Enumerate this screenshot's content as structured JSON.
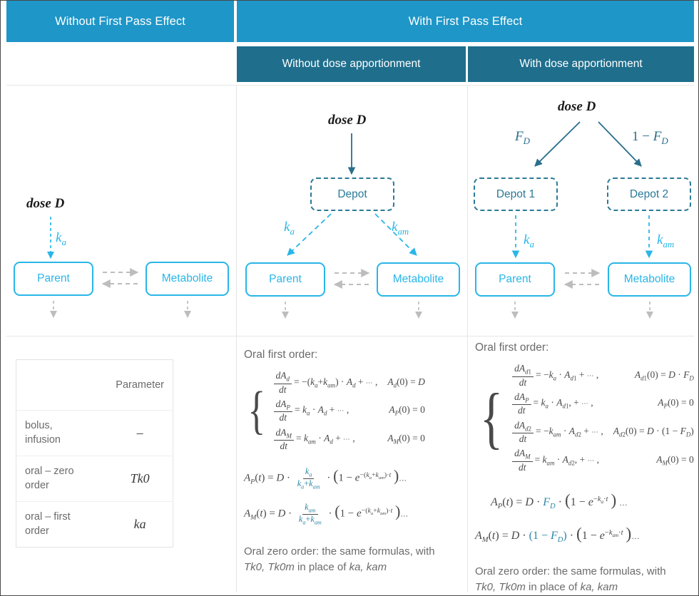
{
  "header": {
    "left": "Without First Pass Effect",
    "right": "With First Pass Effect",
    "sub_left": "Without dose apportionment",
    "sub_right": "With dose apportionment"
  },
  "colors": {
    "header_primary": "#1E96C8",
    "header_secondary": "#1E6E8C",
    "compartment_cyan": "#29B6E8",
    "depot_teal": "#2A7A96",
    "arrow_gray": "#BDBDBD",
    "text_gray": "#6B6B6B",
    "math_teal": "#2E86A8"
  },
  "diagram_left": {
    "dose_label": "dose D",
    "rate_label": "k_a",
    "boxes": [
      {
        "name": "parent",
        "label": "Parent",
        "style": "solid"
      },
      {
        "name": "metabolite",
        "label": "Metabolite",
        "style": "solid"
      }
    ]
  },
  "diagram_middle": {
    "dose_label": "dose D",
    "depot": {
      "label": "Depot",
      "style": "dashed"
    },
    "rate_left": "k_a",
    "rate_right": "k_am",
    "boxes": [
      {
        "name": "parent",
        "label": "Parent",
        "style": "solid"
      },
      {
        "name": "metabolite",
        "label": "Metabolite",
        "style": "solid"
      }
    ]
  },
  "diagram_right": {
    "dose_label": "dose D",
    "split_left": "F_D",
    "split_right": "1 − F_D",
    "depots": [
      {
        "name": "depot-1",
        "label": "Depot 1",
        "style": "dashed"
      },
      {
        "name": "depot-2",
        "label": "Depot 2",
        "style": "dashed"
      }
    ],
    "rate_left": "k_a",
    "rate_right": "k_am",
    "boxes": [
      {
        "name": "parent",
        "label": "Parent",
        "style": "solid"
      },
      {
        "name": "metabolite",
        "label": "Metabolite",
        "style": "solid"
      }
    ]
  },
  "param_table": {
    "header_col1": "",
    "header_col2": "Parameter",
    "rows": [
      {
        "route": "bolus, infusion",
        "route_line1": "bolus,",
        "route_line2": "infusion",
        "parameter": "–"
      },
      {
        "route": "oral – zero order",
        "route_line1": "oral – zero",
        "route_line2": "order",
        "parameter": "Tk0"
      },
      {
        "route": "oral – first order",
        "route_line1": "oral – first",
        "route_line2": "order",
        "parameter": "ka"
      }
    ]
  },
  "formulas_middle": {
    "title": "Oral first order:",
    "odes": [
      {
        "lhs_num": "dA_d",
        "lhs_den": "dt",
        "rhs": "= −(k_a+k_am) · A_d + ⋯ ,",
        "ic": "A_d(0) = D"
      },
      {
        "lhs_num": "dA_P",
        "lhs_den": "dt",
        "rhs": "= k_a · A_d + ⋯ ,",
        "ic": "A_P(0) = 0"
      },
      {
        "lhs_num": "dA_M",
        "lhs_den": "dt",
        "rhs": "= k_am · A_d + ⋯ ,",
        "ic": "A_M(0) = 0"
      }
    ],
    "solution_parent": "A_P(t) = D · k_a/(k_a+k_am) · (1 − e^−(k_a+k_am)·t )…",
    "solution_metabolite": "A_M(t) = D · k_am/(k_a+k_am) · (1 − e^−(k_a+k_am)·t )…",
    "note_line1": "Oral zero order: the same formulas, with",
    "note_em": "Tk0, Tk0m",
    "note_line2_tail": " in place of ",
    "note_em2": "ka, kam"
  },
  "formulas_right": {
    "title": "Oral first order:",
    "odes": [
      {
        "lhs_num": "dA_d1",
        "lhs_den": "dt",
        "rhs": "= −k_a · A_d1 + ⋯ ,",
        "ic": "A_d1(0) = D · F_D"
      },
      {
        "lhs_num": "dA_P",
        "lhs_den": "dt",
        "rhs": "= k_a · A_d1, + ⋯ ,",
        "ic": "A_P(0) = 0"
      },
      {
        "lhs_num": "dA_d2",
        "lhs_den": "dt",
        "rhs": "= −k_am · A_d2 + ⋯ ,",
        "ic": "A_d2(0) = D · (1 − F_D)"
      },
      {
        "lhs_num": "dA_M",
        "lhs_den": "dt",
        "rhs": "= k_am · A_d2, + ⋯ ,",
        "ic": "A_M(0) = 0"
      }
    ],
    "solution_parent": "A_P(t) = D · F_D · (1 − e^−k_a·t ) …",
    "solution_metabolite": "A_M(t) = D · (1 − F_D) · (1 − e^−k_am·t )…",
    "note_line1": "Oral zero order: the same formulas, with",
    "note_em": "Tk0, Tk0m",
    "note_line2_tail": " in place of ",
    "note_em2": "ka, kam"
  }
}
